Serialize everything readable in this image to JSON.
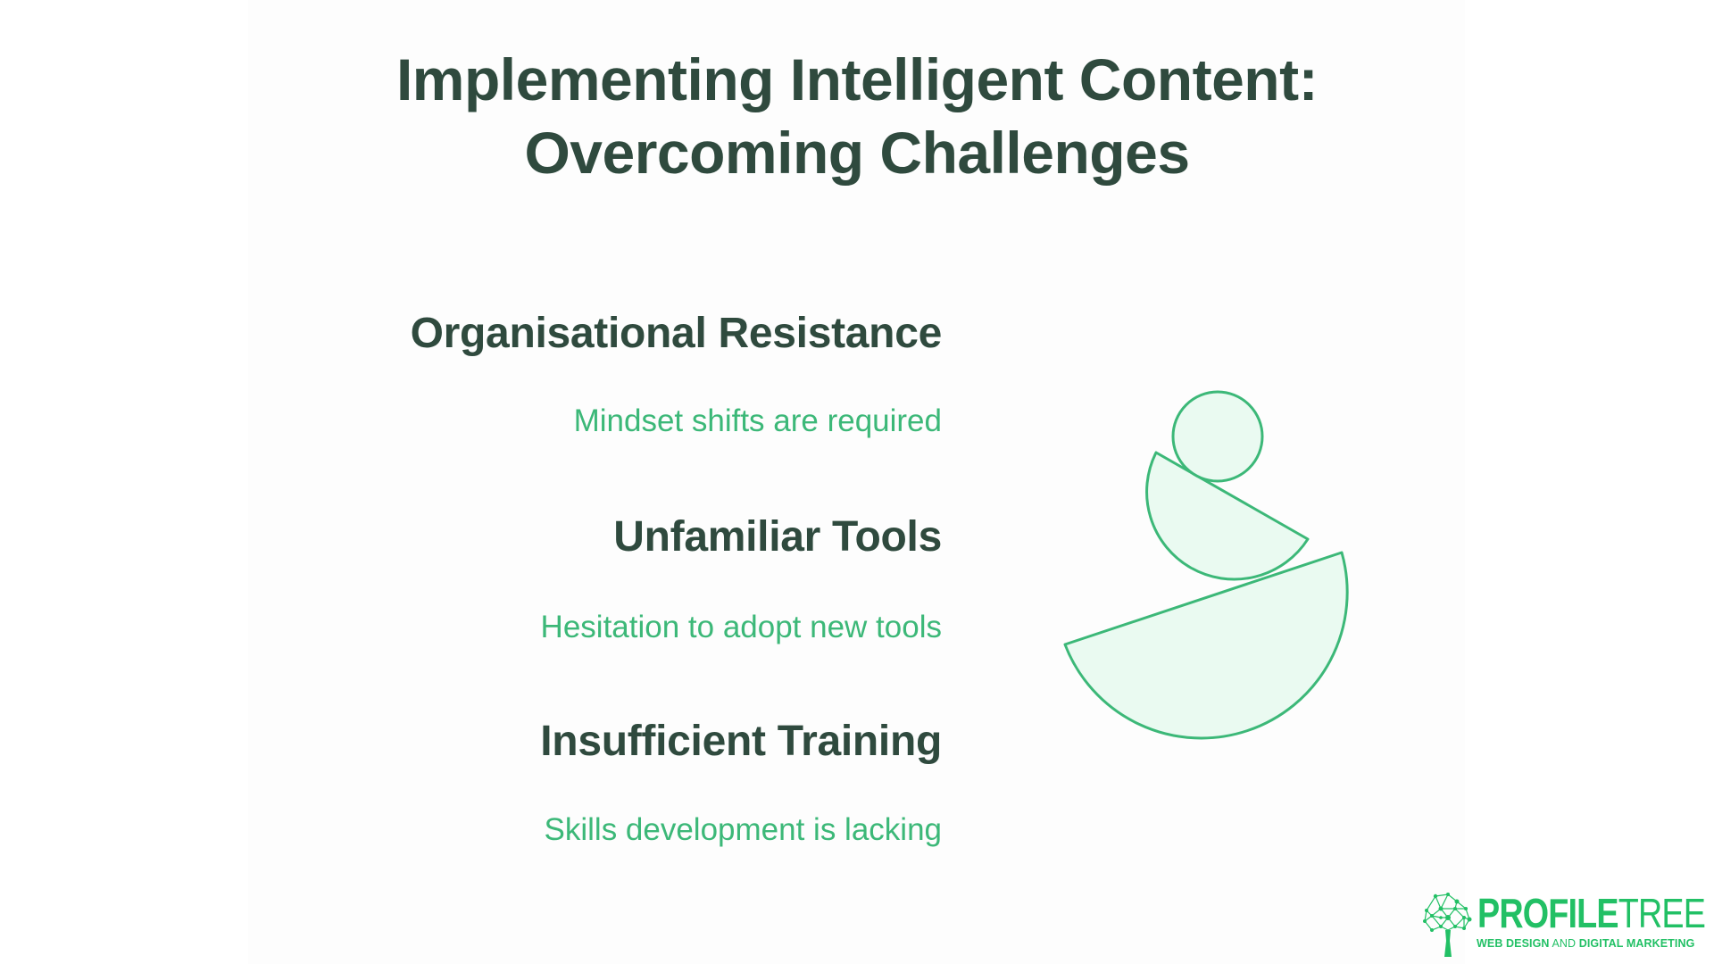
{
  "title": {
    "line1": "Implementing Intelligent Content:",
    "line2": "Overcoming Challenges"
  },
  "items": [
    {
      "heading": "Organisational Resistance",
      "description": "Mindset shifts are required"
    },
    {
      "heading": "Unfamiliar Tools",
      "description": "Hesitation to adopt new tools"
    },
    {
      "heading": "Insufficient Training",
      "description": "Skills development is lacking"
    }
  ],
  "illustration": {
    "icon": "balanced-stacked-shapes-icon",
    "stroke_color": "#3cb878",
    "fill_color": "#eafaf1"
  },
  "logo": {
    "icon": "tree-network-icon",
    "word_bold": "PROFILE",
    "word_light": "TREE",
    "tagline_part1": "WEB DESIGN",
    "tagline_part2": " AND ",
    "tagline_part3": "DIGITAL MARKETING",
    "color": "#22c065"
  },
  "colors": {
    "heading": "#2f4a3e",
    "accent": "#3cb878"
  }
}
